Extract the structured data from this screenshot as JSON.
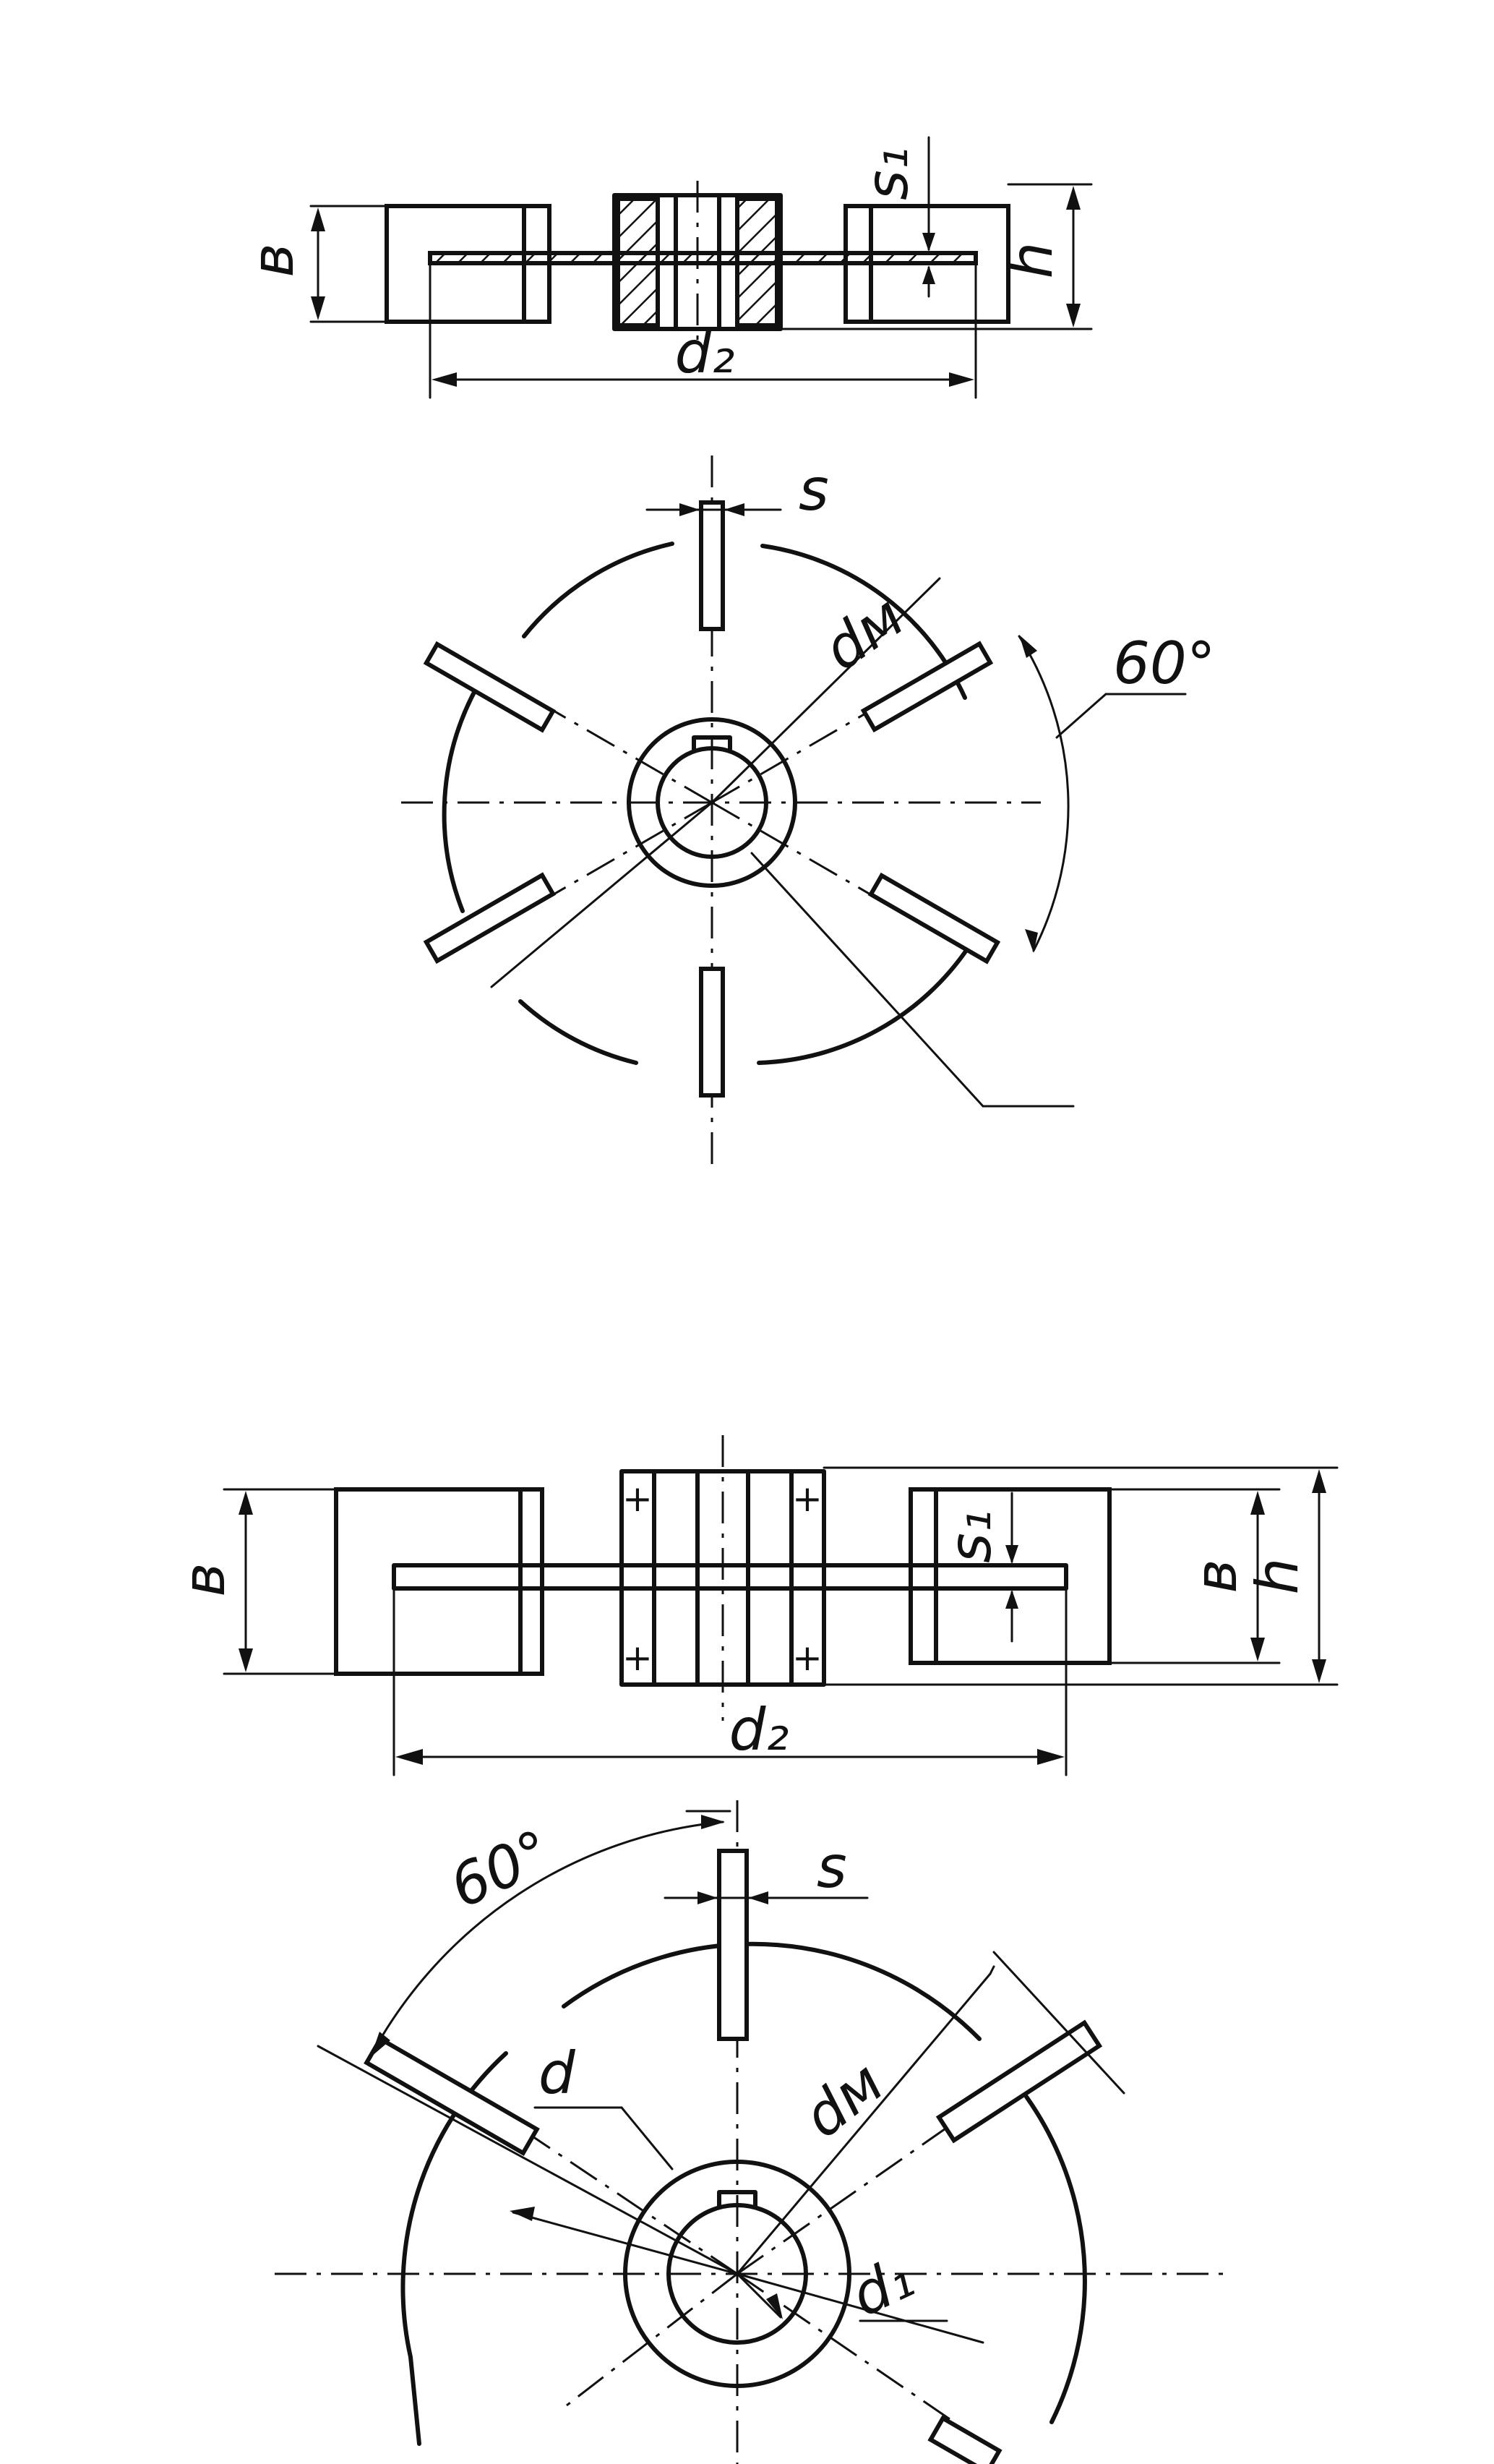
{
  "top_assembly": {
    "side_view": {
      "label_b": "в",
      "label_s1": "s₁",
      "label_h": "h",
      "label_d2": "d₂"
    },
    "plan_view": {
      "label_s": "s",
      "label_dm": "dм",
      "label_angle": "60°"
    }
  },
  "bottom_assembly": {
    "side_view": {
      "label_b_left": "в",
      "label_s1": "s₁",
      "label_b_right": "в",
      "label_h": "h",
      "label_d2": "d₂"
    },
    "plan_view": {
      "label_angle": "60°",
      "label_s": "s",
      "label_d": "d",
      "label_dm": "dм",
      "label_d1": "d₁"
    }
  }
}
